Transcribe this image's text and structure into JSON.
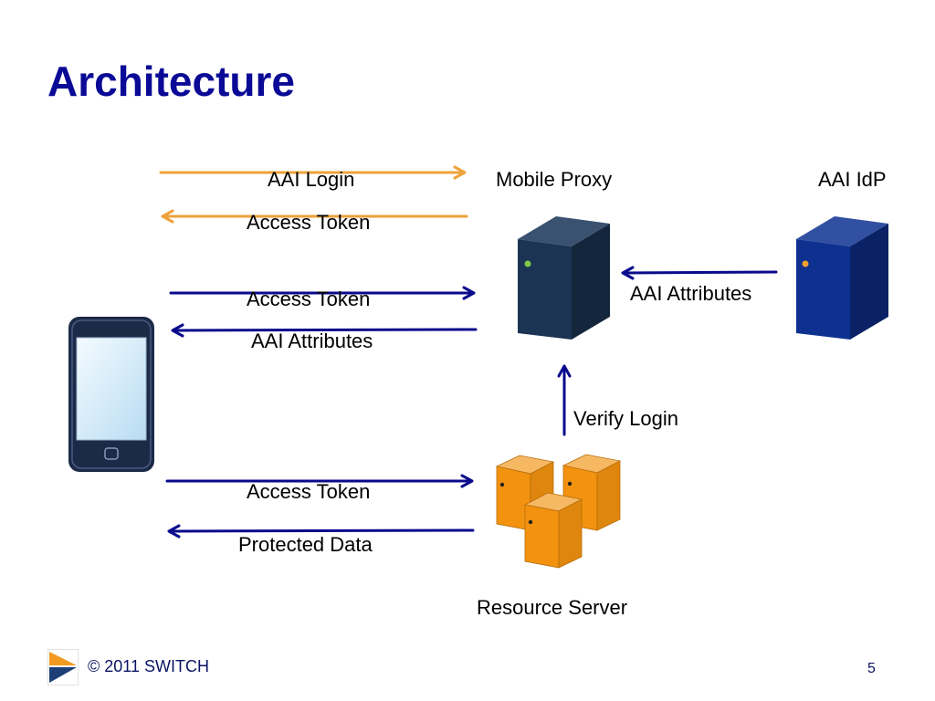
{
  "slide": {
    "title": "Architecture",
    "page_number": "5",
    "footer": {
      "copyright": "© 2011 SWITCH",
      "logo_icon": "switch-logo-icon"
    }
  },
  "colors": {
    "title": "#0a0a96",
    "footer_text": "#0a1464",
    "arrow_orange": "#eea23a",
    "arrow_blue": "#0a0a8c",
    "proxy_server": "#1f3a5c",
    "idp_server": "#0e3190",
    "resource_server": "#f2920f",
    "phone_body": "#1c2a48",
    "phone_screen": "#d8eefa"
  },
  "nodes": {
    "mobile_proxy": {
      "label": "Mobile Proxy",
      "icon": "server-tower-icon"
    },
    "aai_idp": {
      "label": "AAI IdP",
      "icon": "server-tower-icon"
    },
    "resource_server": {
      "label": "Resource Server",
      "icon": "server-cluster-icon"
    },
    "mobile_device": {
      "label": "",
      "icon": "smartphone-icon"
    }
  },
  "flows": [
    {
      "label": "AAI Login",
      "direction": "to-proxy"
    },
    {
      "label": "Access Token",
      "direction": "to-device"
    },
    {
      "label": "Access Token",
      "direction": "to-proxy"
    },
    {
      "label": "AAI Attributes",
      "direction": "to-device"
    },
    {
      "label": "AAI Attributes",
      "direction": "idp-to-proxy"
    },
    {
      "label": "Verify Login",
      "direction": "resource-to-proxy"
    },
    {
      "label": "Access Token",
      "direction": "to-resource"
    },
    {
      "label": "Protected Data",
      "direction": "to-device"
    }
  ]
}
